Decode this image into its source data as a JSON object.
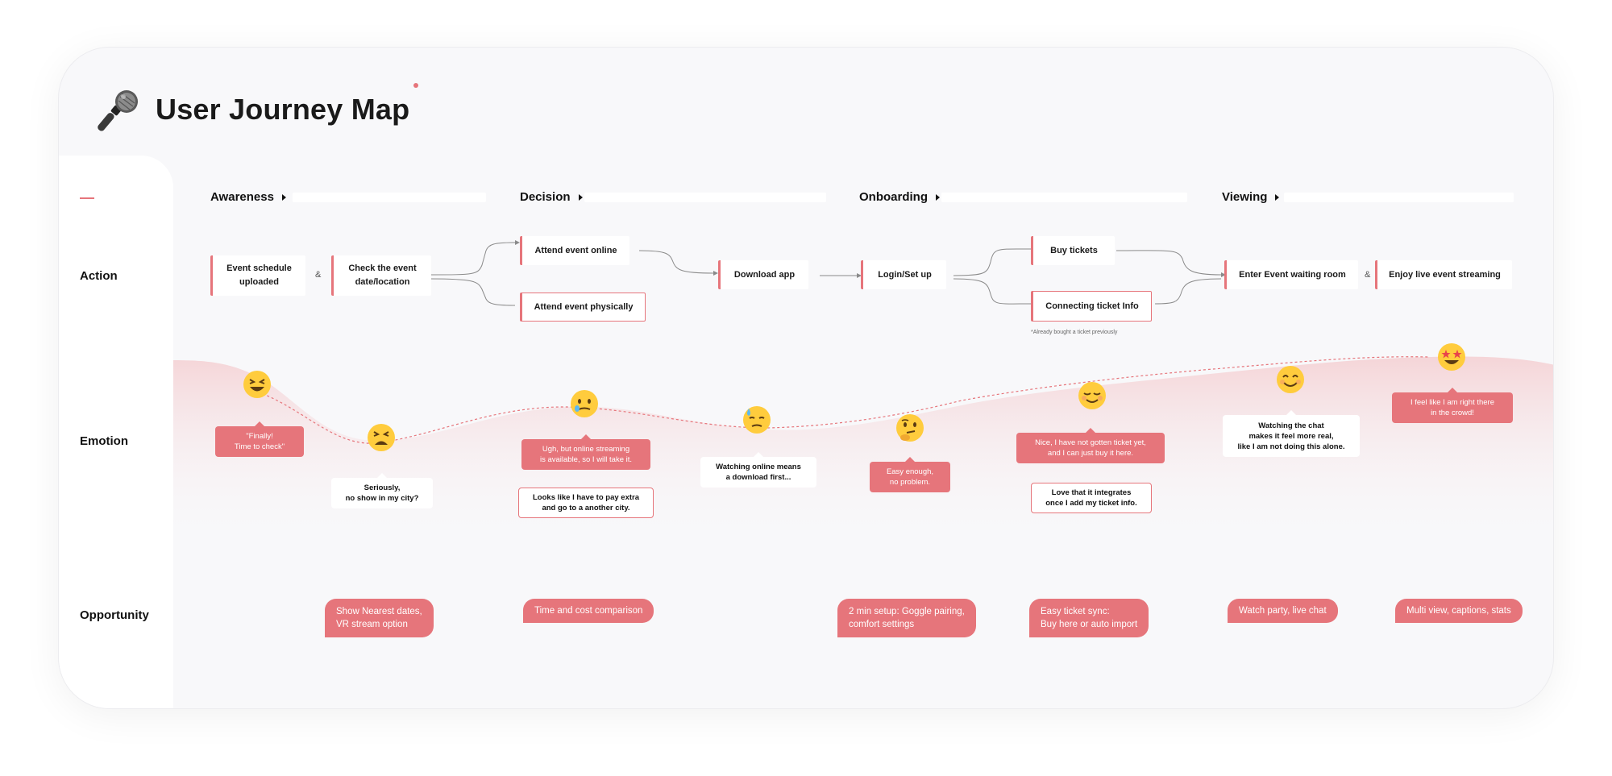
{
  "title": "User Journey Map",
  "icons": {
    "title_icon": "microphone-icon"
  },
  "colors": {
    "accent": "#e6757b",
    "card": "#f8f8fa",
    "text": "#111111"
  },
  "rows": {
    "action": "Action",
    "emotion": "Emotion",
    "opportunity": "Opportunity"
  },
  "stages": [
    "Awareness",
    "Decision",
    "Onboarding",
    "Viewing"
  ],
  "actions": {
    "event_schedule": "Event schedule uploaded",
    "check_event": "Check the event date/location",
    "attend_online": "Attend event online",
    "attend_physically": "Attend event physically",
    "download_app": "Download app",
    "login": "Login/Set up",
    "buy_tickets": "Buy tickets",
    "connecting_ticket": "Connecting ticket Info",
    "waiting_room": "Enter Event waiting room",
    "enjoy_streaming": "Enjoy live event streaming",
    "amp": "&",
    "ticket_note": "*Already bought a ticket previously"
  },
  "emotions": {
    "finally": "\"Finally!\nTime to check\"",
    "seriously": "Seriously,\nno show in my city?",
    "ugh": "Ugh, but online streaming\nis available, so I will take it.",
    "pay_extra": "Looks like I have to pay extra\nand go to a another city.",
    "download_first": "Watching online means\na download first...",
    "easy": "Easy enough,\nno problem.",
    "nice": "Nice, I have not gotten ticket yet,\nand I can just buy it here.",
    "love": "Love that it integrates\nonce I add my ticket info.",
    "watching_chat": "Watching the chat\nmakes it feel more real,\nlike I am not doing this alone.",
    "right_there": "I feel like I am right there\nin the crowd!"
  },
  "emoji_faces": [
    "laughing-face-icon",
    "tired-face-icon",
    "crying-smile-face-icon",
    "downcast-sweat-face-icon",
    "thinking-face-icon",
    "relieved-smile-face-icon",
    "smiling-face-icon",
    "star-struck-face-icon"
  ],
  "opportunities": {
    "nearest": "Show Nearest dates,\nVR stream option",
    "comparison": "Time and cost comparison",
    "setup": "2 min setup: Goggle pairing,\ncomfort settings",
    "ticket_sync": "Easy ticket sync:\nBuy here or auto import",
    "watch_party": "Watch party, live chat",
    "multi_view": "Multi view, captions, stats"
  }
}
